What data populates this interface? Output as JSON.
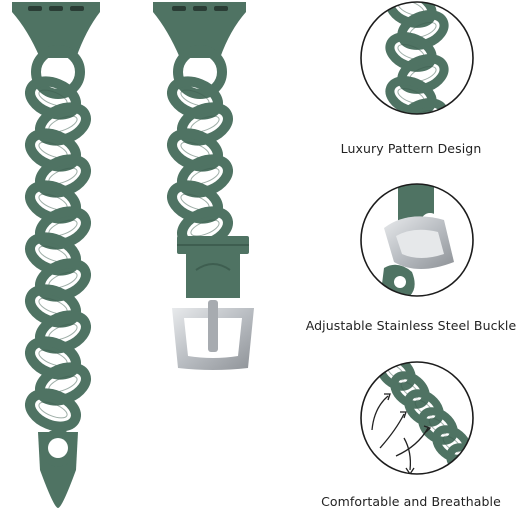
{
  "colors": {
    "band": "#4f7363",
    "band_dark": "#3e5e50",
    "band_light": "#628574",
    "buckle": "#c9ccd0",
    "circle_border": "#1c1c1c"
  },
  "features": [
    {
      "label": "Luxury Pattern Design",
      "icon": "chain-closeup"
    },
    {
      "label": "Adjustable Stainless Steel Buckle",
      "icon": "buckle-closeup"
    },
    {
      "label": "Comfortable and Breathable",
      "icon": "breathable-arrows"
    }
  ]
}
